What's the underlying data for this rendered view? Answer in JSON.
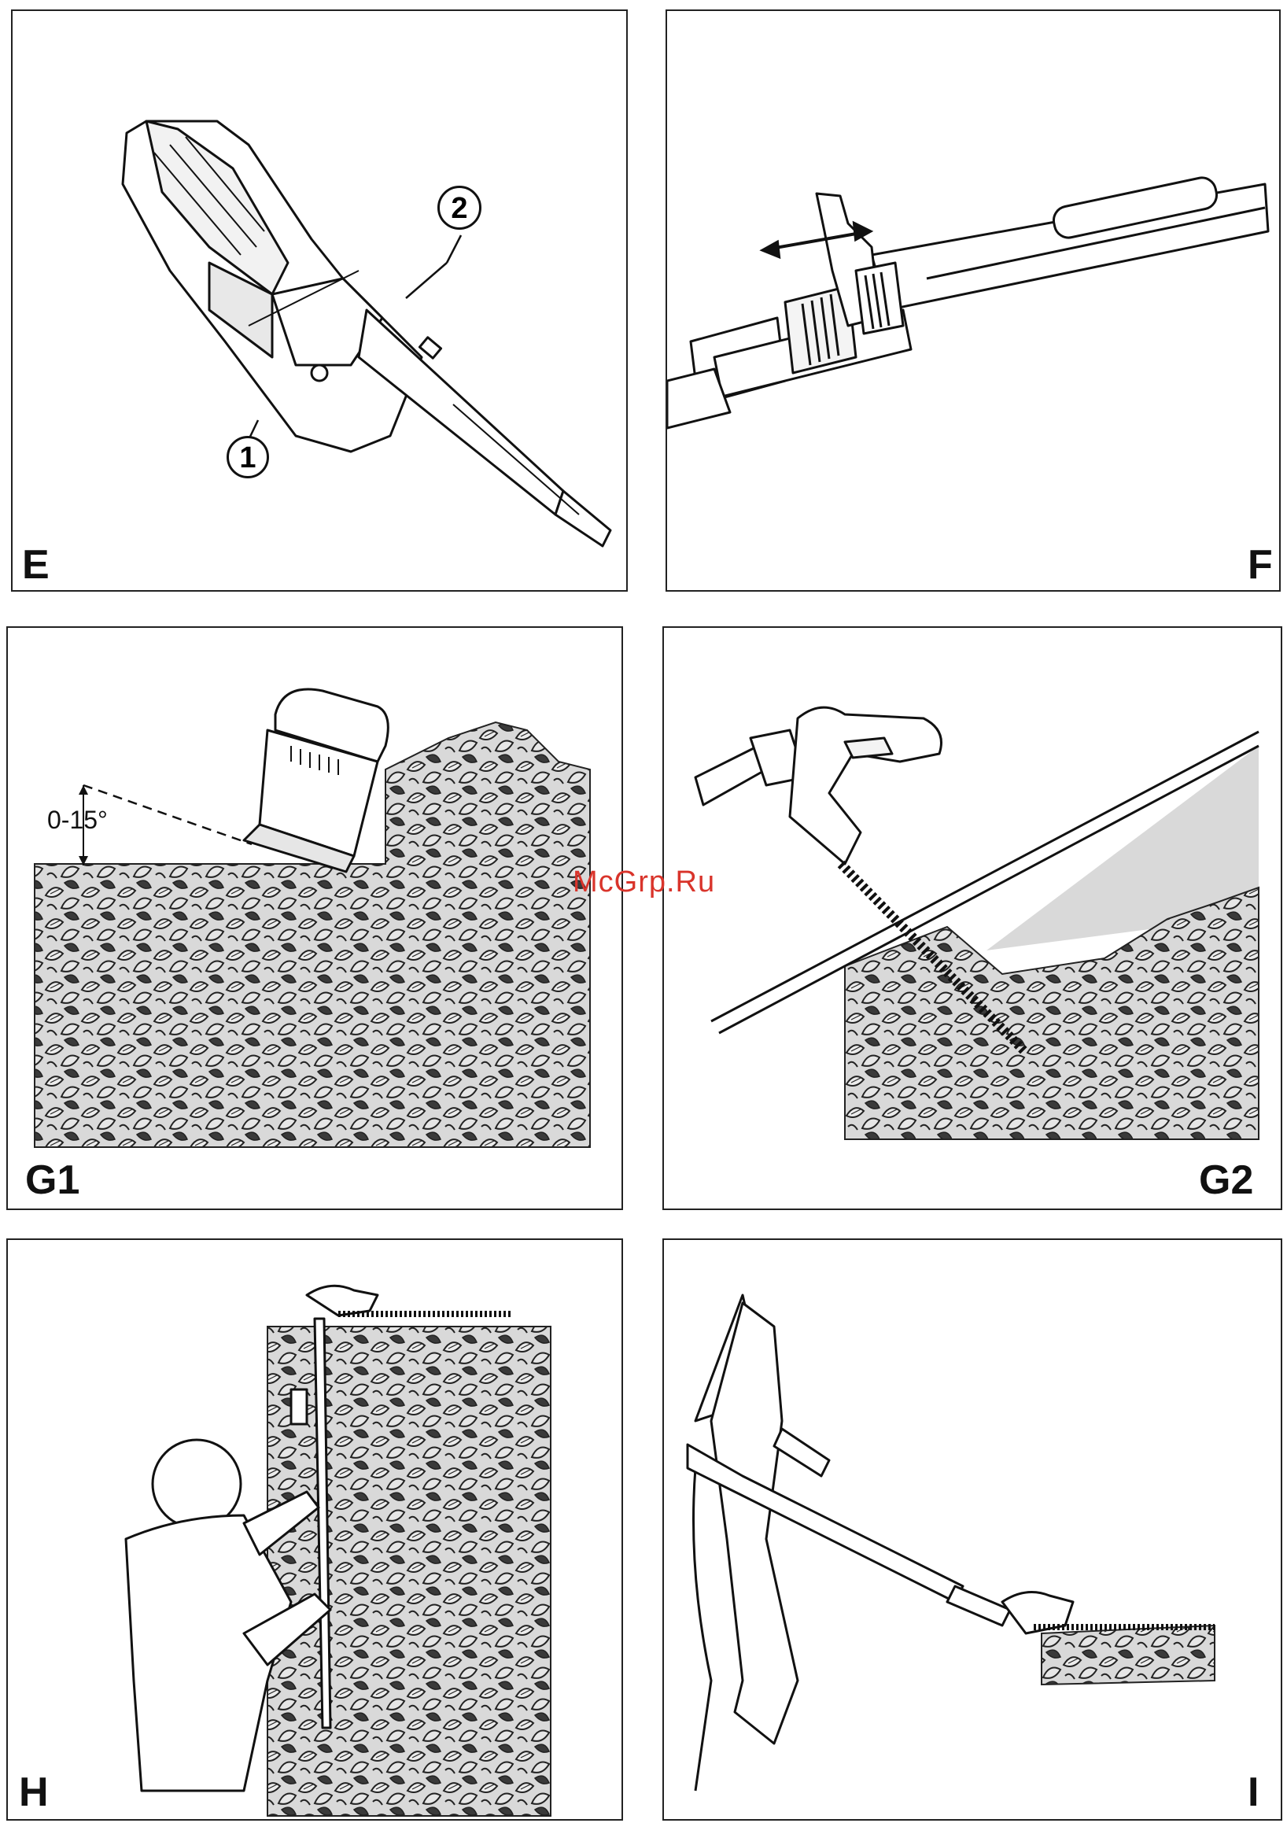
{
  "watermark": "McGrp.Ru",
  "panels": {
    "E": {
      "label": "E",
      "callouts": [
        "1",
        "2"
      ]
    },
    "F": {
      "label": "F"
    },
    "G1": {
      "label": "G1",
      "angle_text": "0-15°"
    },
    "G2": {
      "label": "G2"
    },
    "H": {
      "label": "H"
    },
    "I": {
      "label": "I"
    }
  }
}
